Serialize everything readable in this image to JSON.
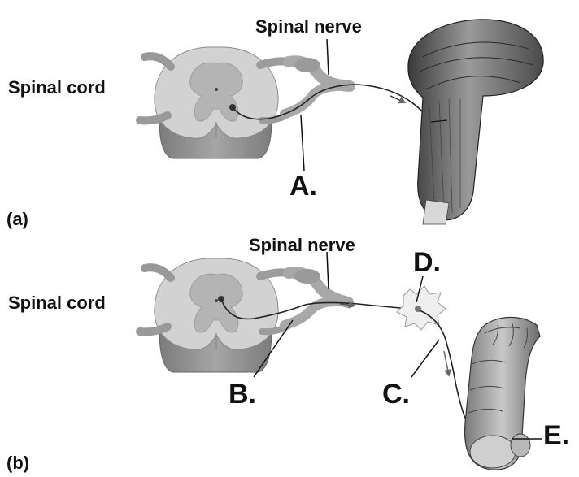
{
  "panel_a": {
    "tag": "(a)",
    "cord_label": "Spinal cord",
    "nerve_label": "Spinal nerve",
    "pointer_label": "A."
  },
  "panel_b": {
    "tag": "(b)",
    "cord_label": "Spinal cord",
    "nerve_label": "Spinal nerve",
    "pointer_labels": {
      "ganglion": "D.",
      "postganglionic": "C.",
      "preganglionic": "B.",
      "gut": "E."
    }
  },
  "colors": {
    "gray_matter": "#b4b4b4",
    "white_matter": "#d2d2d2",
    "cord_side": "#8a8a8a",
    "nerve": "#a8a8a8",
    "outline": "#222222",
    "label": "#111111"
  }
}
